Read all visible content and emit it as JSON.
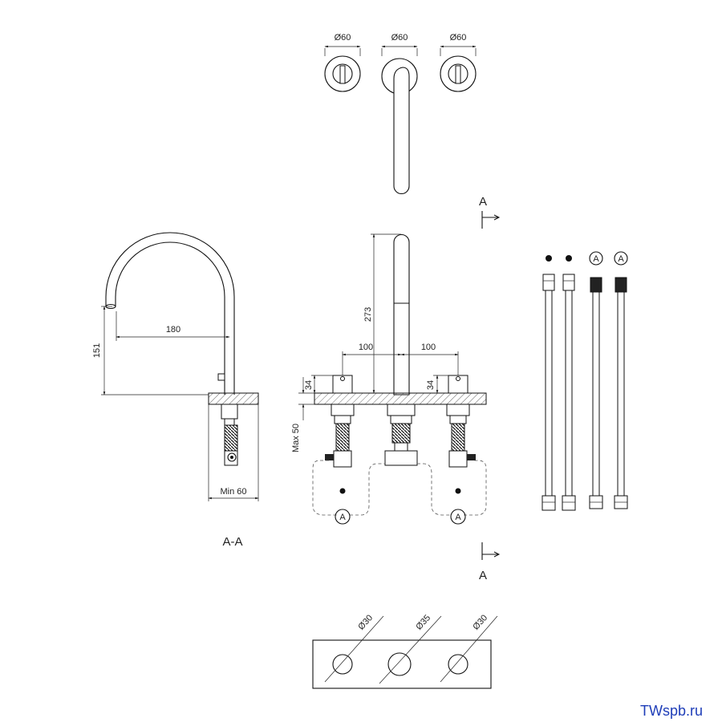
{
  "top_view": {
    "left_diameter": "Ø60",
    "center_diameter": "Ø60",
    "right_diameter": "Ø60"
  },
  "section_markers": {
    "top_letter": "A",
    "bottom_letter": "A"
  },
  "side_view": {
    "reach": "180",
    "height": "151",
    "min_label": "Min 60",
    "section_title": "A-A"
  },
  "front_view": {
    "spout_height": "273",
    "left_spacing": "100",
    "right_spacing": "100",
    "left_handle_height": "34",
    "right_handle_height": "34",
    "max_label": "Max 50",
    "left_circle": "A",
    "right_circle": "A"
  },
  "hoses": {
    "circle_3": "A",
    "circle_4": "A"
  },
  "bottom_view": {
    "left_hole": "Ø30",
    "center_hole": "Ø35",
    "right_hole": "Ø30"
  },
  "watermark": "TWspb.ru"
}
